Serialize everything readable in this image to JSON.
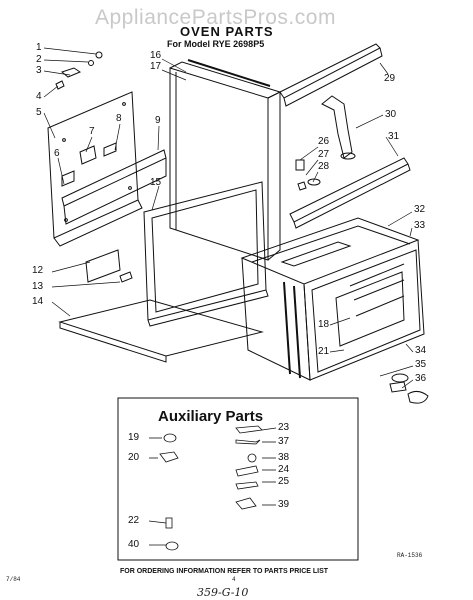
{
  "watermark": "AppliancePartsPros.com",
  "title": "OVEN PARTS",
  "subtitle": "For Model RYE 2698P5",
  "auxiliary_title": "Auxiliary Parts",
  "footer_note": "FOR ORDERING INFORMATION REFER TO PARTS PRICE LIST",
  "code_left": "7/84",
  "page_number": "4",
  "diagram_ref": "RA-1536",
  "handwritten_note": "359-G-10",
  "callouts": {
    "c1": "1",
    "c2": "2",
    "c3": "3",
    "c4": "4",
    "c5": "5",
    "c6": "6",
    "c7": "7",
    "c8": "8",
    "c9": "9",
    "c12": "12",
    "c13": "13",
    "c14": "14",
    "c15": "15",
    "c16": "16",
    "c17": "17",
    "c18": "18",
    "c21": "21",
    "c26": "26",
    "c27": "27",
    "c28": "28",
    "c29": "29",
    "c30": "30",
    "c31": "31",
    "c32": "32",
    "c33": "33",
    "c34": "34",
    "c35": "35",
    "c36": "36"
  },
  "aux_callouts": {
    "a19": "19",
    "a20": "20",
    "a22": "22",
    "a40": "40",
    "a23": "23",
    "a37": "37",
    "a38": "38",
    "a24": "24",
    "a25": "25",
    "a39": "39"
  }
}
